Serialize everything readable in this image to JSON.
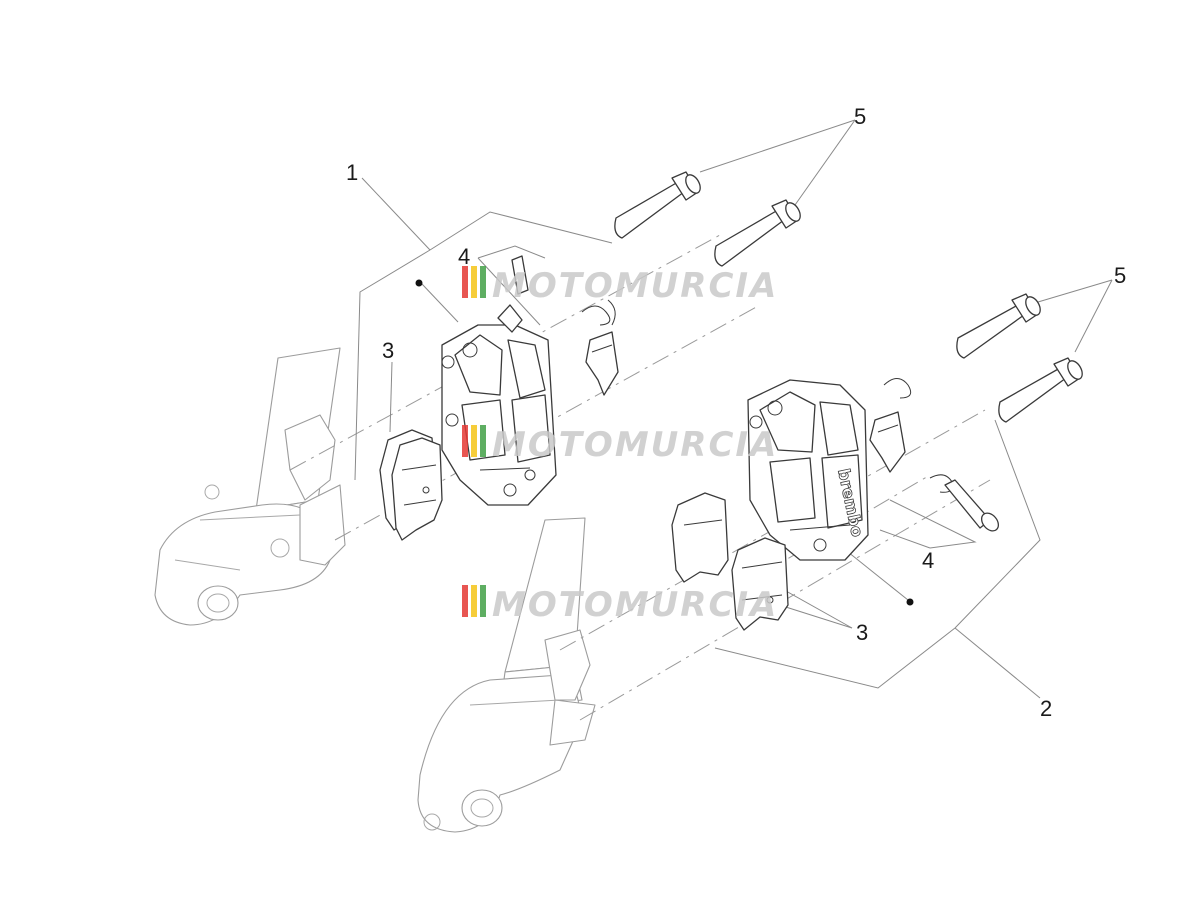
{
  "diagram": {
    "callouts": {
      "c1": "1",
      "c2": "2",
      "c3a": "3",
      "c3b": "3",
      "c4a": "4",
      "c4b": "4",
      "c5a": "5",
      "c5b": "5"
    },
    "watermark": {
      "text": "MOTOMURCIA",
      "stripe_colors": [
        "#e53935",
        "#f5c518",
        "#43a047"
      ]
    },
    "brand_on_caliper": "brembo",
    "colors": {
      "line": "#8a8a8a",
      "part": "#3a3a3a",
      "text": "#1a1a1a"
    }
  }
}
